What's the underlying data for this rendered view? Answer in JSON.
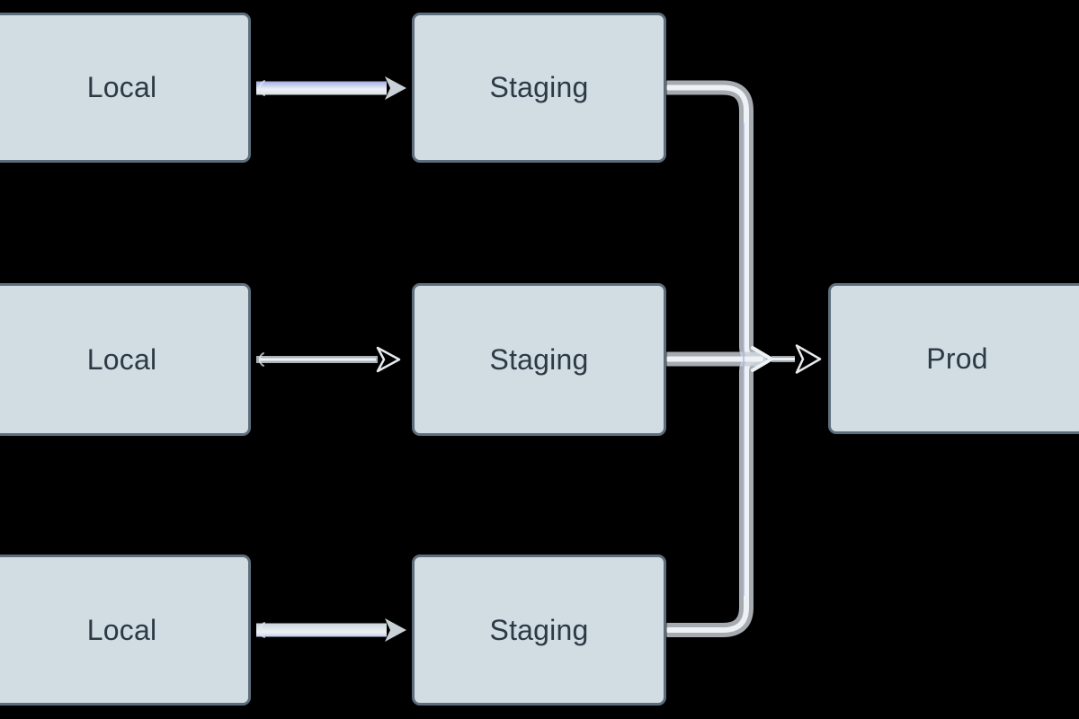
{
  "nodes": [
    {
      "id": "local-top",
      "label": "Local"
    },
    {
      "id": "staging-top",
      "label": "Staging"
    },
    {
      "id": "local-middle",
      "label": "Local"
    },
    {
      "id": "staging-middle",
      "label": "Staging"
    },
    {
      "id": "local-bottom",
      "label": "Local"
    },
    {
      "id": "staging-bottom",
      "label": "Staging"
    },
    {
      "id": "prod",
      "label": "Prod"
    }
  ],
  "edges": [
    {
      "from": "local-top",
      "to": "staging-top"
    },
    {
      "from": "local-middle",
      "to": "staging-middle"
    },
    {
      "from": "local-bottom",
      "to": "staging-bottom"
    },
    {
      "from": "staging-top",
      "to": "prod"
    },
    {
      "from": "staging-middle",
      "to": "prod"
    },
    {
      "from": "staging-bottom",
      "to": "prod"
    }
  ],
  "colors": {
    "background": "#000000",
    "node_fill": "#d2dce3",
    "node_border": "#5d6d7c",
    "node_text": "#2c3a46",
    "edge_gray": "#c9d1d7",
    "edge_core": "#eef2f5",
    "edge_soft": "#e4eaee",
    "edge_accent": "#a9b1e8"
  }
}
